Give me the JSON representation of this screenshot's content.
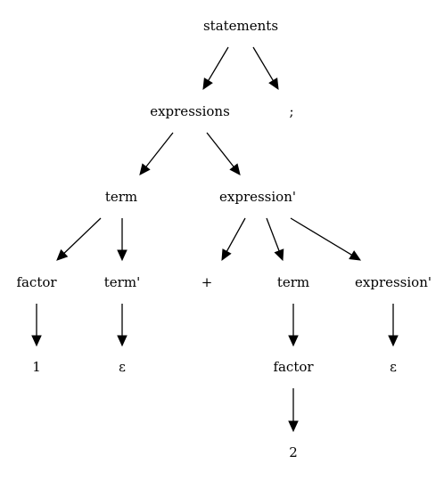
{
  "diagram": {
    "nodes": {
      "statements": "statements",
      "expressions": "expressions",
      "semicolon": ";",
      "term_left": "term",
      "expression_prime_top": "expression'",
      "factor_left": "factor",
      "term_prime": "term'",
      "plus": "+",
      "term_right": "term",
      "expression_prime_right": "expression'",
      "num_one": "1",
      "epsilon_left": "ε",
      "factor_right": "factor",
      "epsilon_right": "ε",
      "num_two": "2"
    },
    "edges": [
      [
        "statements",
        "expressions"
      ],
      [
        "statements",
        "semicolon"
      ],
      [
        "expressions",
        "term_left"
      ],
      [
        "expressions",
        "expression_prime_top"
      ],
      [
        "term_left",
        "factor_left"
      ],
      [
        "term_left",
        "term_prime"
      ],
      [
        "expression_prime_top",
        "plus"
      ],
      [
        "expression_prime_top",
        "term_right"
      ],
      [
        "expression_prime_top",
        "expression_prime_right"
      ],
      [
        "factor_left",
        "num_one"
      ],
      [
        "term_prime",
        "epsilon_left"
      ],
      [
        "term_right",
        "factor_right"
      ],
      [
        "expression_prime_right",
        "epsilon_right"
      ],
      [
        "factor_right",
        "num_two"
      ]
    ]
  },
  "colors": {
    "line": "#000000",
    "text": "#000000",
    "background": "#ffffff"
  }
}
